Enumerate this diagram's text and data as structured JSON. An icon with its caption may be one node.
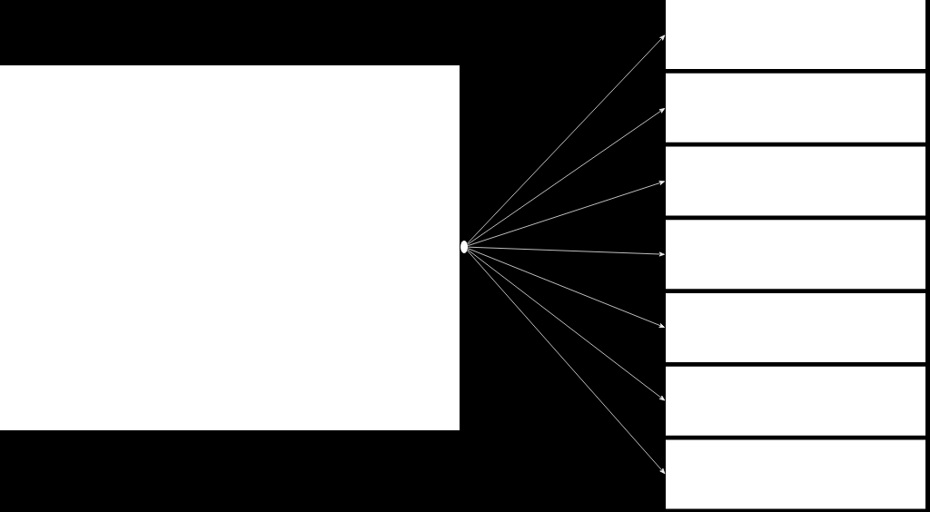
{
  "diagram": {
    "nodes": [
      {
        "text": [],
        "shape": "box"
      },
      {
        "text": [],
        "shape": "circle"
      },
      {
        "text": [],
        "shape": "box"
      },
      {
        "text": [],
        "shape": "box"
      },
      {
        "text": [],
        "shape": "box"
      },
      {
        "text": [],
        "shape": "box"
      },
      {
        "text": [],
        "shape": "box"
      },
      {
        "text": [],
        "shape": "box"
      },
      {
        "text": [],
        "shape": "box"
      }
    ],
    "edges": [
      {
        "from": 1,
        "to": 2,
        "arrow": "to"
      },
      {
        "from": 1,
        "to": 3,
        "arrow": "to"
      },
      {
        "from": 1,
        "to": 4,
        "arrow": "to"
      },
      {
        "from": 1,
        "to": 5,
        "arrow": "to"
      },
      {
        "from": 1,
        "to": 6,
        "arrow": "to"
      },
      {
        "from": 1,
        "to": 7,
        "arrow": "to"
      },
      {
        "from": 1,
        "to": 8,
        "arrow": "to"
      }
    ]
  }
}
